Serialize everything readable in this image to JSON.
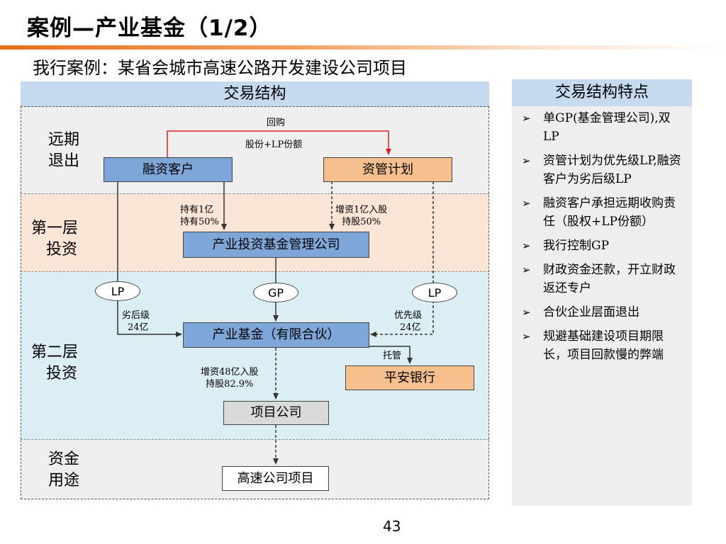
{
  "title": "案例—产业基金（1/2）",
  "subtitle": "我行案例：某省会城市高速公路开发建设公司项目",
  "left_header": "交易结构",
  "right_header": "交易结构特点",
  "sections": {
    "exit": [
      "远期",
      "退出"
    ],
    "layer1": [
      "第一层",
      "投资"
    ],
    "layer2": [
      "第二层",
      "投资"
    ],
    "use": [
      "资金",
      "用途"
    ]
  },
  "boxes": {
    "client": "融资客户",
    "asset_plan": "资管计划",
    "fund_manager": "产业投资基金管理公司",
    "fund": "产业基金（有限合伙）",
    "bank": "平安银行",
    "project_company": "项目公司",
    "highway": "高速公司项目"
  },
  "labels": {
    "buyback": "回购",
    "shares_lp": "股份+LP份额",
    "hold1": "持有1亿",
    "hold2": "持有50%",
    "inc1": "增资1亿入股",
    "inc2": "持股50%",
    "lp_left": "LP",
    "gp": "GP",
    "lp_right": "LP",
    "junior1": "劣后级",
    "junior2": "24亿",
    "senior1": "优先级",
    "senior2": "24亿",
    "custody": "托管",
    "inc48_1": "增资48亿入股",
    "inc48_2": "持股82.9%"
  },
  "features": [
    "单GP(基金管理公司),双LP",
    "资管计划为优先级LP,融资客户为劣后级LP",
    "融资客户承担远期收购责任（股权+LP份额）",
    "我行控制GP",
    "财政资金还款，开立财政返还专户",
    "合伙企业层面退出",
    "规避基础建设项目期限长，项目回款慢的弊端"
  ],
  "bullet": "➢",
  "page_number": "43",
  "colors": {
    "header_blue": "#c5d9ef",
    "box_blue": "#7fa6d9",
    "box_orange": "#f6bf8e",
    "band_peach": "#fbe5d6",
    "band_lightblue": "#dbeef4",
    "band_grey": "#efefef",
    "arrow_red": "#e02020"
  }
}
